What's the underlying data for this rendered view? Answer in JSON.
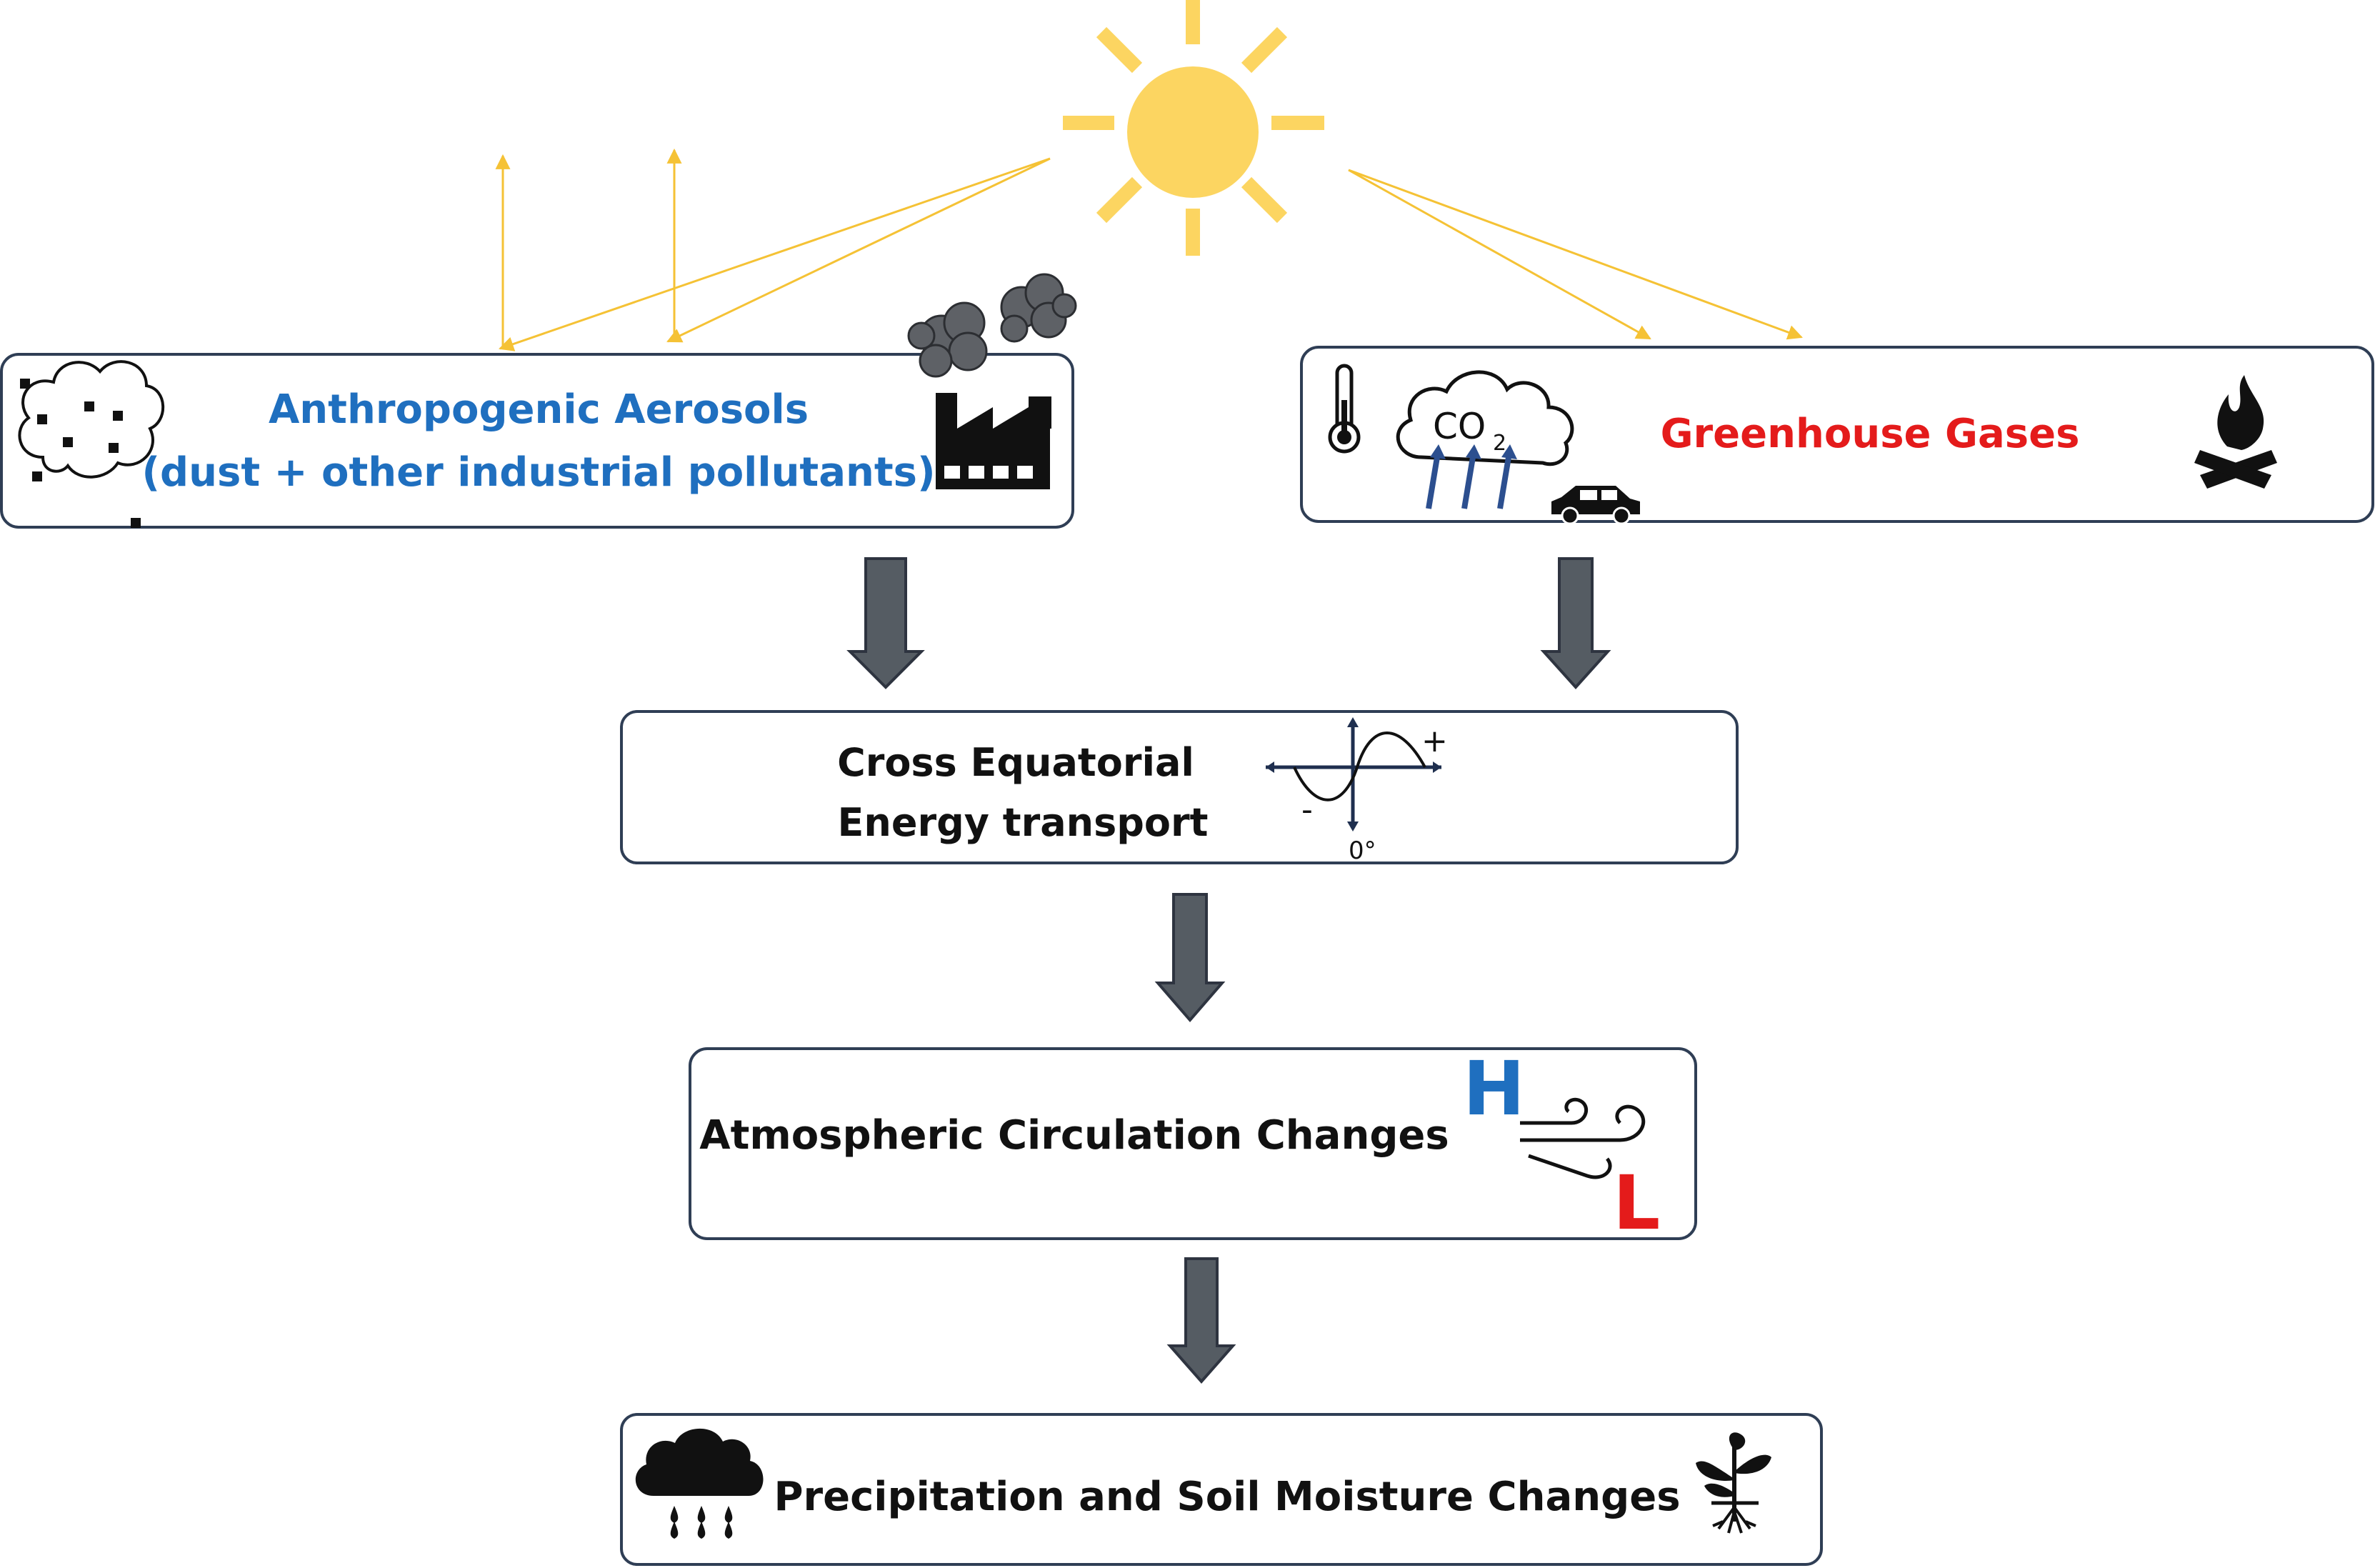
{
  "aerosols": {
    "line1": "Anthropogenic Aerosols",
    "line2": "(dust + other industrial pollutants)",
    "color": "#1f6fbf"
  },
  "greenhouse": {
    "label": "Greenhouse Gases",
    "co2_main": "CO",
    "co2_sub": "2",
    "color": "#e41b1b"
  },
  "energy": {
    "line1": "Cross Equatorial",
    "line2": "Energy transport",
    "plus": "+",
    "minus": "-",
    "zero": "0°"
  },
  "circulation": {
    "label": "Atmospheric Circulation Changes",
    "high": "H",
    "low": "L",
    "high_color": "#1f6fbf",
    "low_color": "#e41b1b"
  },
  "precip": {
    "label": "Precipitation and Soil Moisture Changes"
  },
  "icons": [
    "sun-icon",
    "aerosol-cloud-icon",
    "factory-icon",
    "smoke-icon",
    "thermometer-icon",
    "co2-cloud-icon",
    "car-icon",
    "campfire-icon",
    "sine-wave-icon",
    "wind-icon",
    "rain-cloud-icon",
    "plant-icon"
  ]
}
